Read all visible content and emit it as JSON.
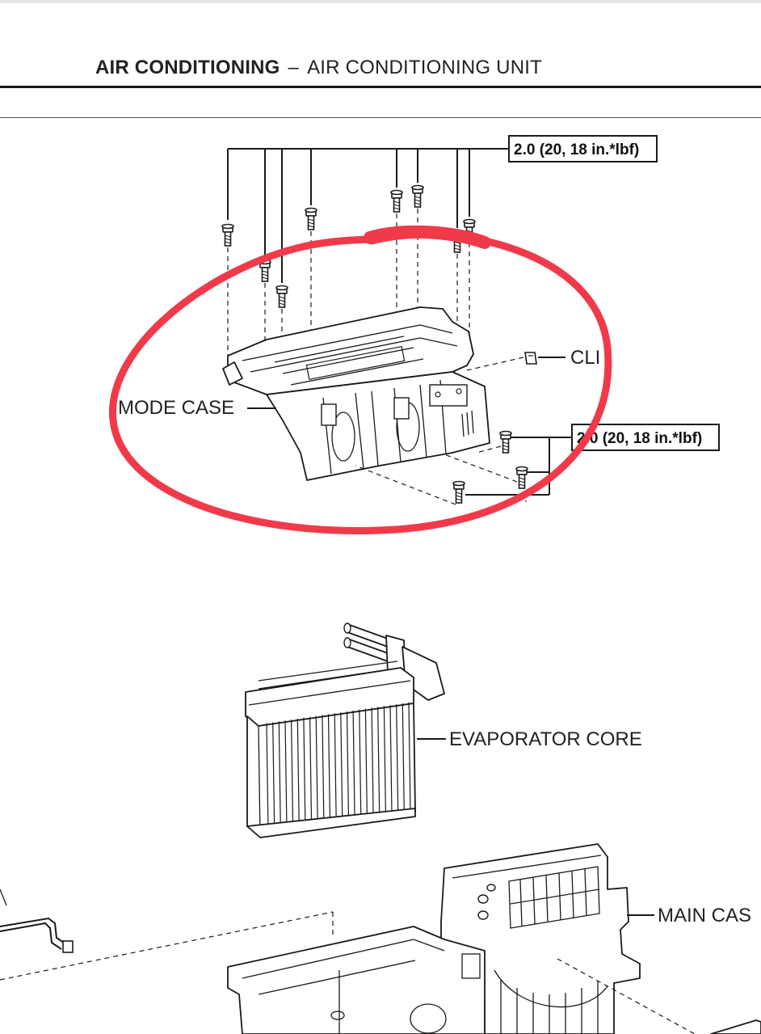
{
  "header": {
    "section": "AIR CONDITIONING",
    "separator": "–",
    "subsection": "AIR CONDITIONING UNIT"
  },
  "labels": {
    "mode_case": "MODE CASE",
    "clip": "CLI",
    "evaporator_core": "EVAPORATOR CORE",
    "main_case": "MAIN CAS"
  },
  "torque_specs": {
    "upper": "2.0 (20, 18 in.*lbf)",
    "lower": "2.0 (20, 18 in.*lbf)"
  },
  "colors": {
    "highlight_circle": "#f03a4a",
    "line_art": "#1a1a1a",
    "background": "#ffffff"
  },
  "icons": [
    "bolt-icon",
    "clip-icon"
  ]
}
